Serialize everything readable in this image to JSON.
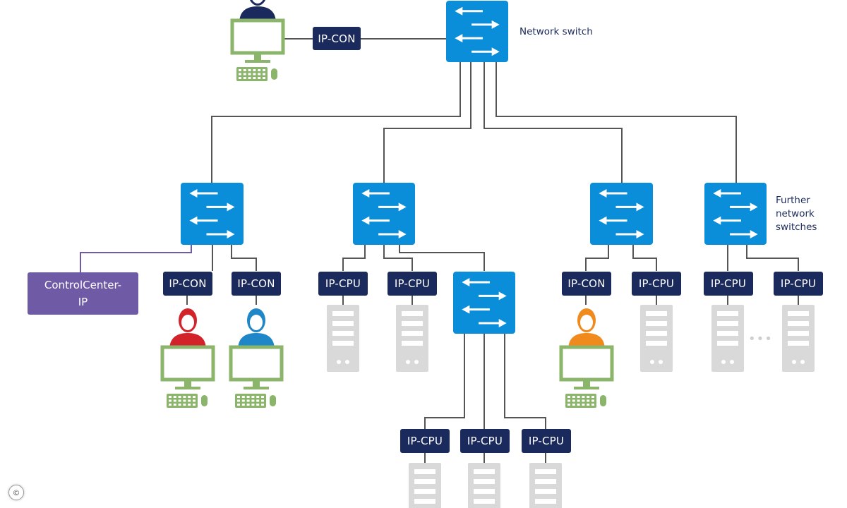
{
  "labels": {
    "ip_con": "IP-CON",
    "ip_cpu": "IP-CPU",
    "control_center_line1": "ControlCenter-",
    "control_center_line2": "IP",
    "main_switch_caption": "Network switch",
    "further_line1": "Further",
    "further_line2": "network",
    "further_line3": "switches",
    "copyright": "©",
    "ellipsis": "•••"
  },
  "colors": {
    "switch": "#0b8ed9",
    "node": "#1b2a5c",
    "control_center": "#6f5aa6",
    "workstation": "#8bb56a",
    "server": "#d9d9d9",
    "wire": "#555555",
    "user_navy": "#1b2a5c",
    "user_red": "#d3232a",
    "user_blue": "#1f86c8",
    "user_orange": "#f08a1c"
  }
}
